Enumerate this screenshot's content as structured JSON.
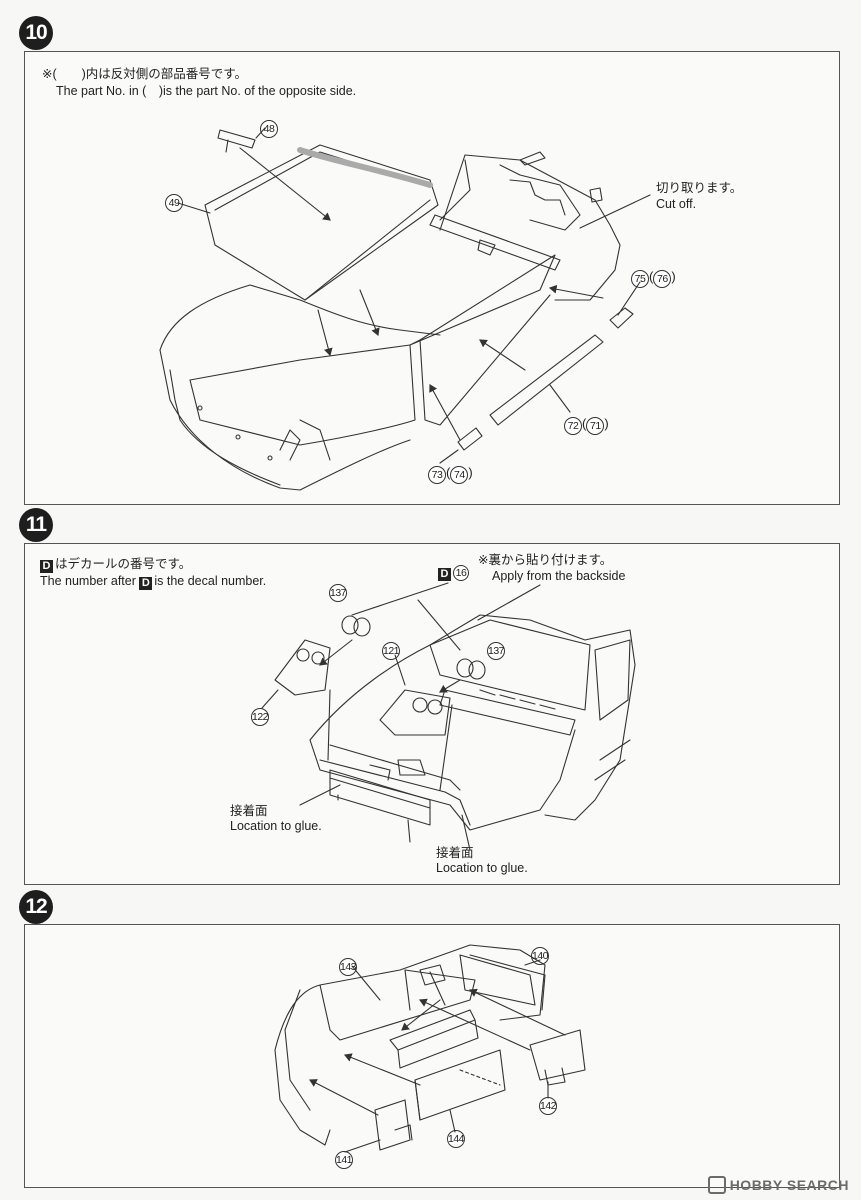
{
  "steps": [
    {
      "number": "10",
      "notes": [
        "※(　　)内は反対側の部品番号です。",
        "The part No. in (　)is the part No. of the opposite side."
      ],
      "parts": [
        "48",
        "49",
        "75",
        "76",
        "72",
        "71",
        "73",
        "74"
      ],
      "cut_note_ja": "切り取ります。",
      "cut_note_en": "Cut off."
    },
    {
      "number": "11",
      "d_marker": "D",
      "note_ja_suffix": "はデカールの番号です。",
      "note_en_prefix": "The number after",
      "note_en_suffix": "is the decal number.",
      "decal_number": "16",
      "backside_ja": "※裏から貼り付けます。",
      "backside_en": "Apply from the backside",
      "parts": [
        "137",
        "137",
        "121",
        "122"
      ],
      "glue_ja": "接着面",
      "glue_en": "Location to glue."
    },
    {
      "number": "12",
      "parts": [
        "143",
        "140",
        "142",
        "141",
        "144"
      ]
    }
  ],
  "footer": {
    "brand": "HOBBY SEARCH",
    "icon": "hobby-search-logo-icon"
  }
}
